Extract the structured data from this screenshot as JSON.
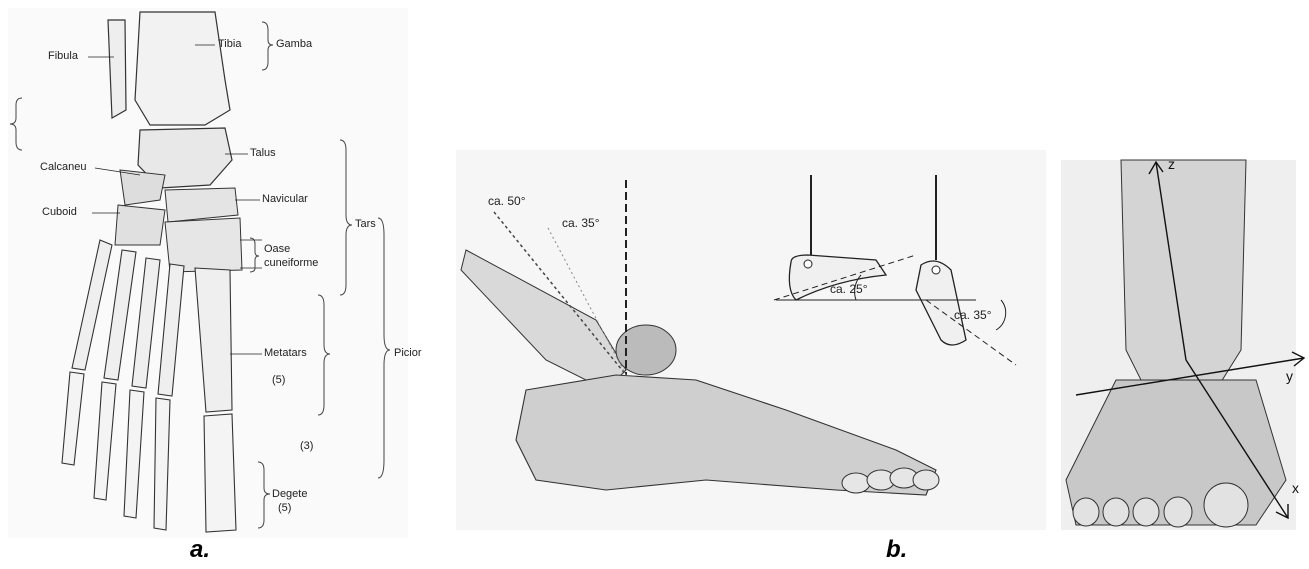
{
  "panel_a": {
    "caption": "a.",
    "labels": {
      "fibula": "Fibula",
      "tibia": "Tibia",
      "gamba": "Gamba",
      "talus": "Talus",
      "calcaneu": "Calcaneu",
      "navicular": "Navicular",
      "cuboid": "Cuboid",
      "tars": "Tars",
      "oase_line1": "Oase",
      "oase_line2": "cuneiforme",
      "metatars": "Metatars",
      "metatars_count": "(5)",
      "picior": "Picior",
      "count3": "(3)",
      "degete": "Degete",
      "degete_count": "(5)"
    }
  },
  "panel_b": {
    "caption": "b.",
    "angles": {
      "a50": "ca. 50°",
      "a35_left": "ca. 35°",
      "a25": "ca. 25°",
      "a35_right": "ca. 35°"
    },
    "axes": {
      "z": "z",
      "y": "y",
      "x": "x"
    }
  }
}
